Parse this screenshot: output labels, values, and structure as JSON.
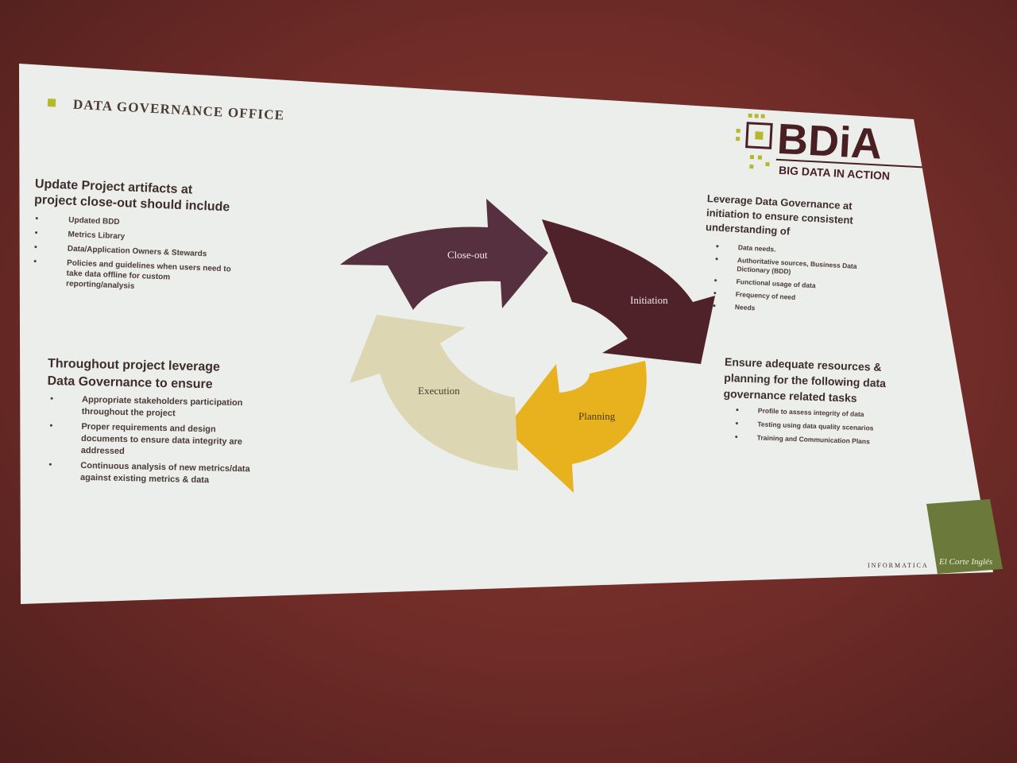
{
  "slide": {
    "title": "DATA GOVERNANCE OFFICE",
    "colors": {
      "accent_bullet": "#b5b82a",
      "closeout": "#57303f",
      "initiation": "#4e2228",
      "planning": "#e8b21f",
      "execution": "#dcd6b2",
      "footer_box": "#6b7a3a"
    }
  },
  "logo": {
    "text": "BDiA",
    "tagline": "BIG DATA IN ACTION"
  },
  "cycle": {
    "closeout": "Close-out",
    "initiation": "Initiation",
    "planning": "Planning",
    "execution": "Execution"
  },
  "top_left": {
    "heading_1": "Update Project artifacts at",
    "heading_2": "project close-out should include",
    "items": [
      {
        "lines": [
          "Updated BDD"
        ]
      },
      {
        "lines": [
          "Metrics Library"
        ]
      },
      {
        "lines": [
          "Data/Application Owners & Stewards"
        ]
      },
      {
        "lines": [
          "Policies and guidelines when users need to",
          "take data offline for custom",
          "reporting/analysis"
        ]
      }
    ]
  },
  "bottom_left": {
    "heading_1": "Throughout project leverage",
    "heading_2": "Data Governance to ensure",
    "items": [
      {
        "lines": [
          "Appropriate stakeholders participation",
          "throughout the project"
        ]
      },
      {
        "lines": [
          "Proper requirements and design",
          "documents to ensure data integrity are",
          "addressed"
        ]
      },
      {
        "lines": [
          "Continuous analysis of new metrics/data",
          "against existing metrics & data"
        ]
      }
    ]
  },
  "top_right": {
    "heading_1": "Leverage Data Governance at",
    "heading_2": "initiation to ensure consistent",
    "heading_3": "understanding of",
    "items": [
      {
        "lines": [
          "Data needs."
        ]
      },
      {
        "lines": [
          "Authoritative sources, Business Data",
          "Dictionary (BDD)"
        ]
      },
      {
        "lines": [
          "Functional usage of data"
        ]
      },
      {
        "lines": [
          "Frequency of need"
        ]
      },
      {
        "lines": [
          "Needs"
        ]
      }
    ]
  },
  "bottom_right": {
    "heading_1": "Ensure adequate resources &",
    "heading_2": "planning for the following data",
    "heading_3": "governance related tasks",
    "items": [
      {
        "lines": [
          "Profile to assess integrity of data"
        ]
      },
      {
        "lines": [
          "Testing using data quality scenarios"
        ]
      },
      {
        "lines": [
          "Training and Communication Plans"
        ]
      }
    ]
  },
  "footer": {
    "text": "INFORMATICA"
  }
}
